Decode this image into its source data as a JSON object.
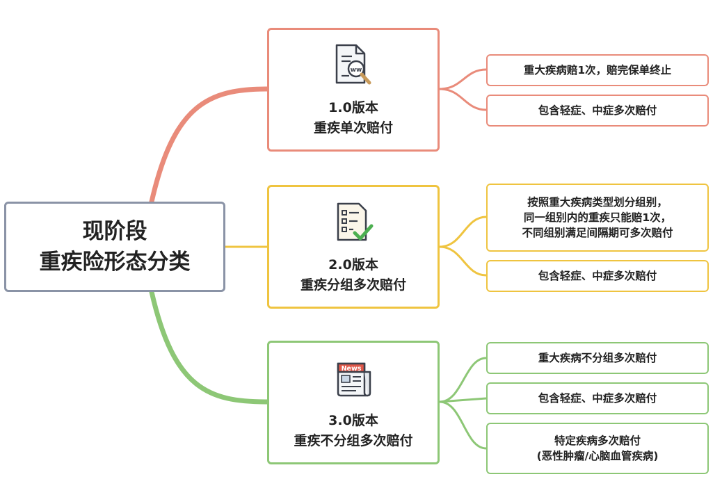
{
  "root": {
    "line1": "现阶段",
    "line2": "重疾险形态分类"
  },
  "colors": {
    "red": "#e98b7a",
    "yellow": "#efc440",
    "green": "#8dc776",
    "root_border": "#8a93a6"
  },
  "branches": [
    {
      "title": "1.0版本",
      "subtitle": "重疾单次赔付",
      "icon": "web-search-document-icon",
      "children": [
        {
          "lines": [
            "重大疾病赔1次，赔完保单终止"
          ]
        },
        {
          "lines": [
            "包含轻症、中症多次赔付"
          ]
        }
      ]
    },
    {
      "title": "2.0版本",
      "subtitle": "重疾分组多次赔付",
      "icon": "checklist-icon",
      "children": [
        {
          "lines": [
            "按照重大疾病类型划分组别，",
            "同一组别内的重疾只能赔1次，",
            "不同组别满足间隔期可多次赔付"
          ]
        },
        {
          "lines": [
            "包含轻症、中症多次赔付"
          ]
        }
      ]
    },
    {
      "title": "3.0版本",
      "subtitle": "重疾不分组多次赔付",
      "icon": "newspaper-icon",
      "icon_text": "News",
      "children": [
        {
          "lines": [
            "重大疾病不分组多次赔付"
          ]
        },
        {
          "lines": [
            "包含轻症、中症多次赔付"
          ]
        },
        {
          "lines": [
            "特定疾病多次赔付",
            "(恶性肿瘤/心脑血管疾病)"
          ]
        }
      ]
    }
  ]
}
